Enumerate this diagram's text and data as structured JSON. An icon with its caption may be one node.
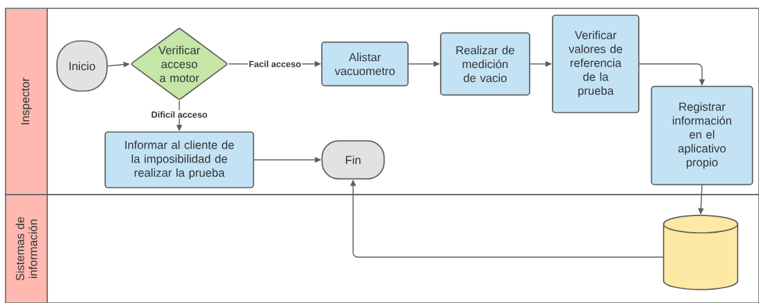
{
  "diagram": {
    "nodes": [
      {
        "text": [
          "Inspector"
        ]
      },
      {
        "text": [
          "Sistemas de información"
        ]
      },
      {
        "text": [
          "Inicio"
        ],
        "in": 0
      },
      {
        "text": [
          "Verificar acceso a motor"
        ],
        "in": 0
      },
      {
        "text": [
          "Alistar vacuometro"
        ],
        "in": 0
      },
      {
        "text": [
          "Realizar de medición de vacio"
        ],
        "in": 0
      },
      {
        "text": [
          "Verificar valores de referencia de la prueba"
        ],
        "in": 0
      },
      {
        "text": [
          "Registrar información en el aplicativo propio"
        ],
        "in": 0
      },
      {
        "text": [
          "Informar al cliente de la imposibilidad de realizar la prueba"
        ],
        "in": 0
      },
      {
        "text": [
          "Fin"
        ],
        "in": 0
      },
      {
        "text": [],
        "shape": "cylinder",
        "in": 1
      }
    ],
    "edges": [
      {
        "from": 2,
        "to": 3,
        "arrow": "to"
      },
      {
        "from": 3,
        "to": 4,
        "arrow": "to",
        "label": "Facil acceso"
      },
      {
        "from": 3,
        "to": 8,
        "arrow": "to",
        "label": "Dificil acceso"
      },
      {
        "from": 4,
        "to": 5,
        "arrow": "to"
      },
      {
        "from": 5,
        "to": 6,
        "arrow": "to"
      },
      {
        "from": 6,
        "to": 7,
        "arrow": "to"
      },
      {
        "from": 8,
        "to": 9,
        "arrow": "to"
      },
      {
        "from": 7,
        "to": 10,
        "arrow": "to"
      },
      {
        "from": 10,
        "to": 9,
        "arrow": "to"
      }
    ]
  }
}
